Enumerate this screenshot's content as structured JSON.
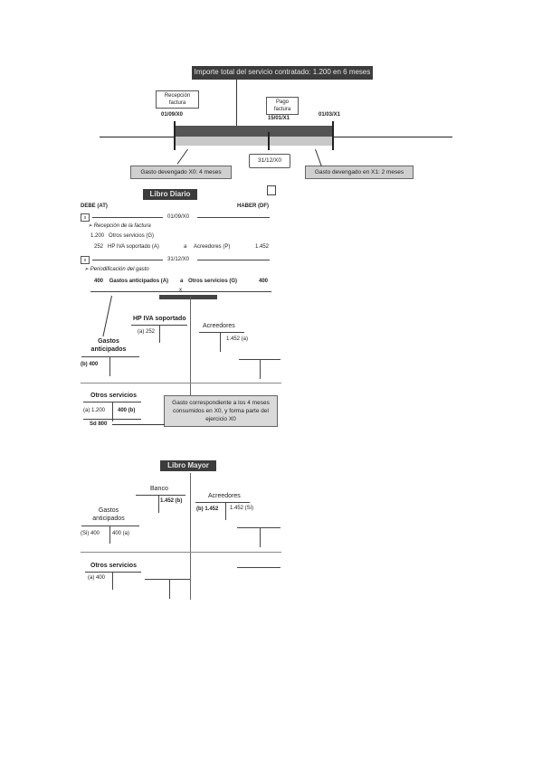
{
  "timeline": {
    "top_note": "Importe total del servicio contratado: 1.200 en 6 meses",
    "reception_label": "Recepción factura",
    "reception_date": "01/09/X0",
    "payment_label": "Pago factura",
    "payment_date": "15/01/X1",
    "end_date": "01/03/X1",
    "year_end": "31/12/X0",
    "expense_x0": "Gasto devengado X0: 4 meses",
    "expense_x1": "Gasto devengado en X1: 2 meses"
  },
  "libro_diario": {
    "header": "Libro Diario",
    "debe": "DEBE (AT)",
    "haber": "HABER (DF)",
    "entry1_num": "x",
    "entry1_date": "01/09/X0",
    "entry1_desc": "Recepción de la factura",
    "e1_line1_amount": "1.200",
    "e1_line1_account": "Otros servicios (G)",
    "e1_line2_code": "252",
    "e1_line2_account": "HP IVA soportado (A)",
    "e1_a": "a",
    "e1_credit_account": "Acreedores (P)",
    "e1_credit_amount": "1.452",
    "entry2_num": "x",
    "entry2_date": "31/12/X0",
    "entry2_desc": "Periodificación del gasto",
    "e2_debit_amount": "400",
    "e2_debit_account": "Gastos anticipados (A)",
    "e2_a": "a",
    "e2_credit_account": "Otros servicios (G)",
    "e2_credit_amount": "400",
    "e2_marker": "x"
  },
  "t_accounts_1": {
    "hp_iva_title": "HP IVA soportado",
    "hp_iva_entry": "(a) 252",
    "acreedores_title": "Acreedores",
    "acreedores_entry": "1.452 (a)",
    "gastos_ant_title": "Gastos anticipados",
    "gastos_ant_entry": "(b) 400",
    "otros_title": "Otros servicios",
    "otros_debit": "(a) 1.200",
    "otros_credit": "400 (b)",
    "otros_saldo": "Sd 800",
    "note": "Gasto correspondiente a los 4 meses consumidos en X0, y forma parte del ejercicio X0"
  },
  "libro_mayor": {
    "header": "Libro Mayor",
    "banco_title": "Banco",
    "banco_credit": "1.452 (b)",
    "acreedores_title": "Acreedores",
    "acreedores_debit": "(b) 1.452",
    "acreedores_credit": "1.452 (Si)",
    "gastos_ant_title": "Gastos anticipados",
    "gastos_ant_debit": "(Si) 400",
    "gastos_ant_credit": "400 (a)",
    "otros_title": "Otros servicios",
    "otros_debit": "(a) 400"
  }
}
